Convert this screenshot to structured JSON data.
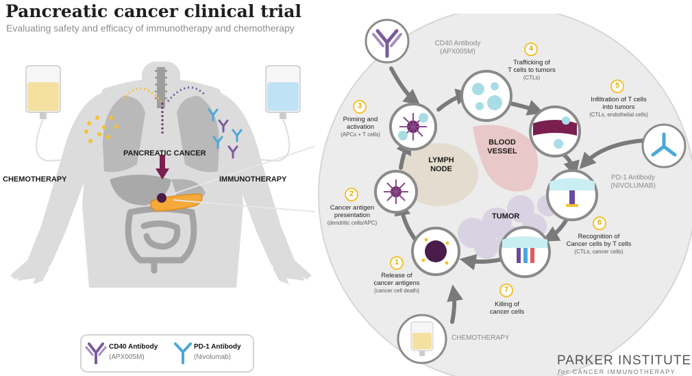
{
  "header": {
    "title": "Pancreatic cancer clinical trial",
    "subtitle": "Evaluating safety and efficacy of immunotherapy and chemotherapy"
  },
  "body_labels": {
    "chemotherapy": "CHEMOTHERAPY",
    "pancreatic_cancer": "PANCREATIC CANCER",
    "immunotherapy": "IMMUNOTHERAPY"
  },
  "cycle": {
    "cd40": {
      "name": "CD40 Antibody",
      "code": "(APX005M)"
    },
    "pd1": {
      "name": "PD-1 Antibody",
      "code": "(NIVOLUMAB)"
    },
    "chemotherapy": "CHEMOTHERAPY",
    "lymph_node": [
      "LYMPH",
      "NODE"
    ],
    "blood_vessel": [
      "BLOOD",
      "VESSEL"
    ],
    "tumor": "TUMOR",
    "steps": [
      {
        "num": "1",
        "title": [
          "Release of",
          "cancer antigens"
        ],
        "sub": "(cancer cell death)"
      },
      {
        "num": "2",
        "title": [
          "Cancer antigen",
          "presentation"
        ],
        "sub": "(dendritic cells/APC)"
      },
      {
        "num": "3",
        "title": [
          "Priming and",
          "activation"
        ],
        "sub": "(APCs + T cells)"
      },
      {
        "num": "4",
        "title": [
          "Trafficking of",
          "T cells to tumors"
        ],
        "sub": "(CTLs)"
      },
      {
        "num": "5",
        "title": [
          "Infiltration of T cells",
          "into tumors"
        ],
        "sub": "(CTLs, endothelial cells)"
      },
      {
        "num": "6",
        "title": [
          "Recognition of",
          "Cancer cells by T cells"
        ],
        "sub": "(CTLs, cancer cells)"
      },
      {
        "num": "7",
        "title": [
          "Killing of",
          "cancer cells"
        ],
        "sub": ""
      }
    ]
  },
  "legend": {
    "cd40": {
      "name": "CD40 Antibody",
      "code": "(APX005M)"
    },
    "pd1": {
      "name": "PD-1 Antibody",
      "code": "(Nivolumab)"
    }
  },
  "brand": {
    "name": "PARKER INSTITUTE",
    "for": "for",
    "tagline": "CANCER IMMUNOTHERAPY"
  },
  "colors": {
    "cd40_purple": "#7b5a9c",
    "pd1_blue": "#4aa8d8",
    "chemo_yellow": "#f2c230",
    "cancer_purple": "#4a1c4a",
    "step_yellow": "#f2c230"
  }
}
